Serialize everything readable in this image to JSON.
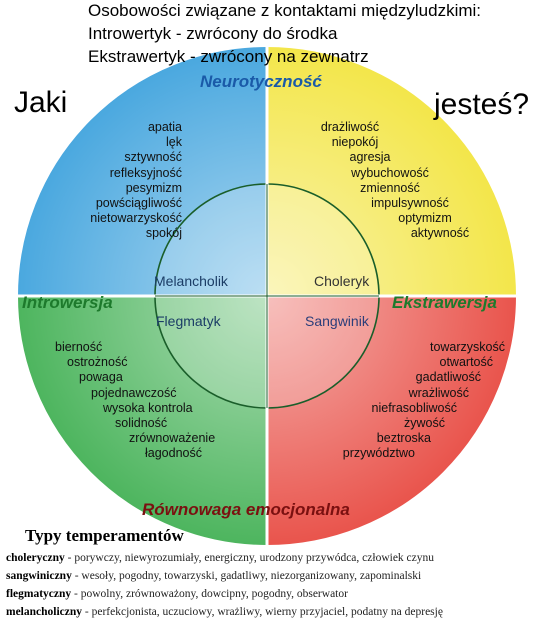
{
  "header": {
    "line1": "Osobowości związane z kontaktami międzyludzkimi:",
    "line2": "Introwertyk - zwrócony do środka",
    "line3": "Ekstrawertyk - zwrócony na zewnatrz"
  },
  "question": {
    "left": "Jaki",
    "right": "jesteś?"
  },
  "axes": {
    "top": "Neurotyczność",
    "bottom": "Równowaga emocjonalna",
    "left": "Introwersja",
    "right": "Ekstrawersja"
  },
  "quadrants": {
    "melancholic": {
      "name": "Melancholik",
      "color": "#4aa8df",
      "traits": [
        "apatia",
        "lęk",
        "sztywność",
        "refleksyjność",
        "pesymizm",
        "powściągliwość",
        "nietowarzyskość",
        "spokój"
      ]
    },
    "choleric": {
      "name": "Choleryk",
      "color": "#f3e64a",
      "traits": [
        "drażliwość",
        "niepokój",
        "agresja",
        "wybuchowość",
        "zmienność",
        "impulsywność",
        "optymizm",
        "aktywność"
      ]
    },
    "phlegmatic": {
      "name": "Flegmatyk",
      "color": "#4db55e",
      "traits": [
        "bierność",
        "ostrożność",
        "powaga",
        "pojednawczość",
        "wysoka kontrola",
        "solidność",
        "zrównoważenie",
        "łagodność"
      ]
    },
    "sanguine": {
      "name": "Sangwinik",
      "color": "#e9544c",
      "traits": [
        "towarzyskość",
        "otwartość",
        "gadatliwość",
        "wrażliwość",
        "niefrasobliwość",
        "żywość",
        "beztroska",
        "przywództwo"
      ]
    }
  },
  "colors": {
    "axis_text": "#1d7a2c",
    "bottom_axis_text": "#7a1010",
    "top_axis_text": "#1a5aa8"
  },
  "legend": {
    "title": "Typy temperamentów",
    "items": [
      {
        "term": "choleryczny",
        "description": " - porywczy, niewyrozumiały, energiczny, urodzony przywódca, człowiek czynu"
      },
      {
        "term": "sangwiniczny",
        "description": " - wesoły, pogodny, towarzyski, gadatliwy, niezorganizowany, zapominalski"
      },
      {
        "term": "flegmatyczny",
        "description": " - powolny, zrównoważony, dowcipny, pogodny, obserwator"
      },
      {
        "term": "melancholiczny",
        "description": " - perfekcjonista, uczuciowy, wrażliwy, wierny przyjaciel, podatny na depresję"
      }
    ]
  }
}
